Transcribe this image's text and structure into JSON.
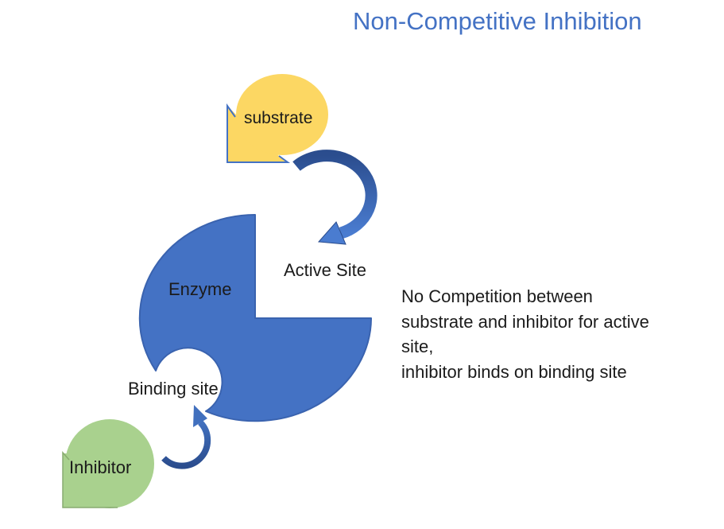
{
  "title": {
    "text": "Non-Competitive Inhibition",
    "color": "#4472C4"
  },
  "labels": {
    "substrate": "substrate",
    "enzyme": "Enzyme",
    "active_site": "Active Site",
    "binding_site": "Binding site",
    "inhibitor": "Inhibitor"
  },
  "annotation": {
    "lines": [
      "No Competition between",
      "substrate and inhibitor for active",
      "site,",
      "inhibitor binds on binding site"
    ]
  },
  "colors": {
    "substrate_fill": "#FCD763",
    "substrate_outline": "#4472C4",
    "enzyme_fill": "#4472C4",
    "enzyme_outline": "#3A63AF",
    "inhibitor_fill": "#A9D18E",
    "inhibitor_outline": "#88AB70",
    "arrow_dark": "#2B4D8E",
    "arrow_light": "#4A7CD0",
    "arrow_mid": "#4170BE",
    "text": "#1B1B1B"
  }
}
